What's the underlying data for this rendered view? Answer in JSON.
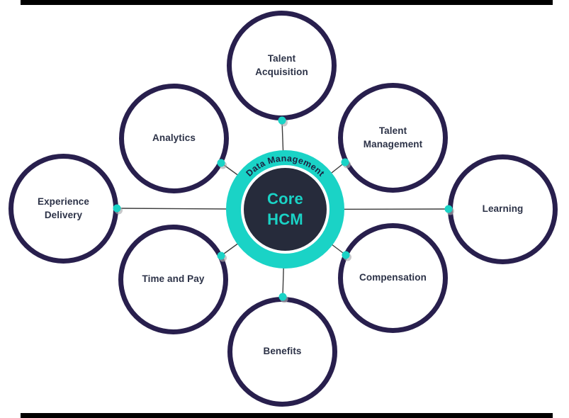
{
  "diagram": {
    "title": "HCM platform diagram",
    "center": {
      "title": "Core\nHCM",
      "ring_label": "Data Management"
    },
    "nodes": [
      {
        "id": "talent-acquisition",
        "label": "Talent\nAcquisition"
      },
      {
        "id": "talent-management",
        "label": "Talent\nManagement"
      },
      {
        "id": "learning",
        "label": "Learning"
      },
      {
        "id": "compensation",
        "label": "Compensation"
      },
      {
        "id": "benefits",
        "label": "Benefits"
      },
      {
        "id": "time-and-pay",
        "label": "Time and Pay"
      },
      {
        "id": "experience-delivery",
        "label": "Experience\nDelivery"
      },
      {
        "id": "analytics",
        "label": "Analytics"
      }
    ],
    "colors": {
      "teal_accent": "#1AD3C6",
      "navy_border": "#281F4D",
      "hub_fill": "#262B3B",
      "label_text": "#2C3247",
      "ring_label_text": "#1B2140",
      "connector_line": "#3C3C3C",
      "dot_shadow": "#ABABAE",
      "edge_bar": "#000000",
      "background": "#FFFFFF"
    }
  }
}
